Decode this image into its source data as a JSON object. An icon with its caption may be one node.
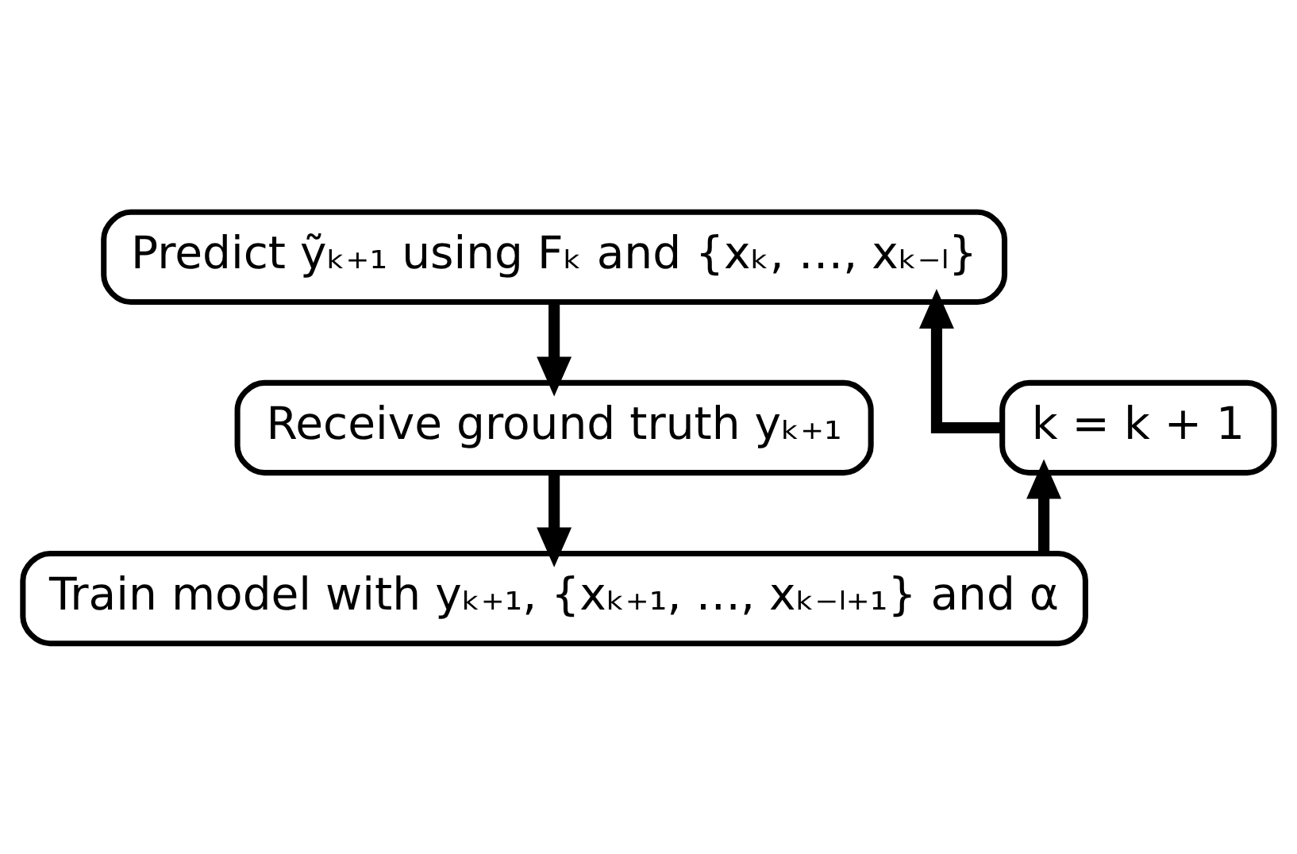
{
  "diagram": {
    "nodes": [
      {
        "text": [
          "Predict ỹₖ₊₁ using Fₖ and {xₖ, …, xₖ₋ₗ}"
        ]
      },
      {
        "text": [
          "Receive ground truth yₖ₊₁"
        ]
      },
      {
        "text": [
          "Train model with yₖ₊₁, {xₖ₊₁, …, xₖ₋ₗ₊₁} and α"
        ]
      },
      {
        "text": [
          "k = k + 1"
        ]
      }
    ],
    "edges": [
      {
        "from": 0,
        "to": 1,
        "arrow": "to"
      },
      {
        "from": 1,
        "to": 2,
        "arrow": "to"
      },
      {
        "from": 2,
        "to": 3,
        "arrow": "to"
      },
      {
        "from": 3,
        "to": 0,
        "arrow": "to"
      }
    ]
  }
}
